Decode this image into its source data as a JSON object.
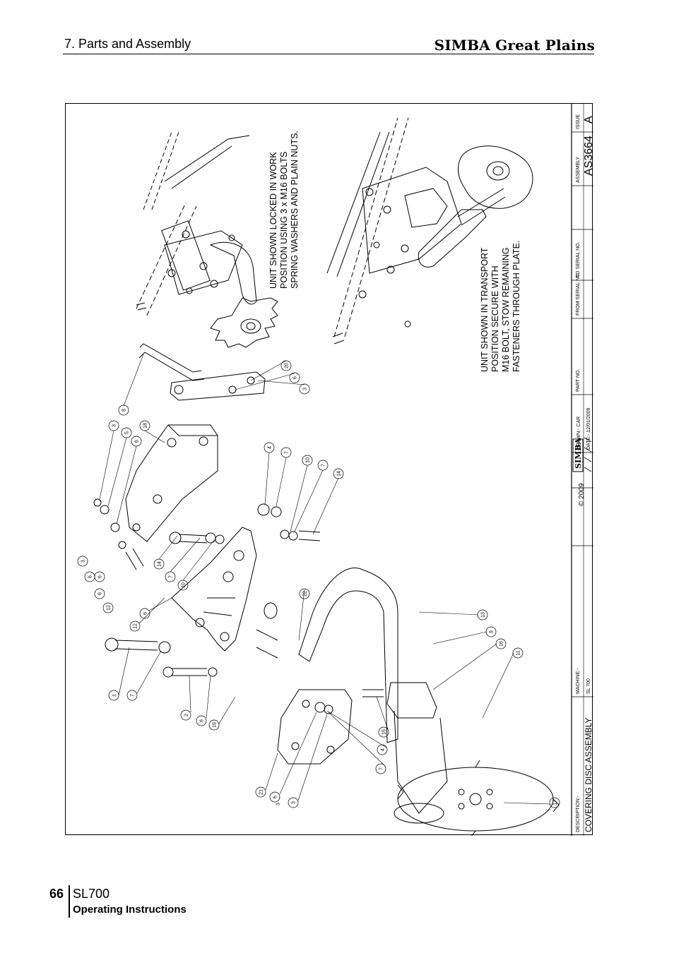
{
  "header": {
    "section_title": "7. Parts and Assembly",
    "brand": "SIMBA Great Plains"
  },
  "drawing": {
    "note_work": [
      "UNIT SHOWN LOCKED IN WORK",
      "POSITION USING 3 x M16 BOLTS",
      "SPRING WASHERS AND PLAIN NUTS."
    ],
    "note_transport": [
      "UNIT SHOWN IN TRANSPORT",
      "POSITION SECURE WITH",
      "M16 BOLT, STOW REMAINING",
      "FASTENERS THROUGH PLATE."
    ],
    "part_balloons": [
      "1",
      "7",
      "2",
      "6",
      "19",
      "21",
      "6",
      "3",
      "15",
      "4",
      "7",
      "17",
      "11",
      "16",
      "9",
      "13",
      "22",
      "12",
      "6",
      "12",
      "6",
      "3",
      "14",
      "7",
      "10",
      "4",
      "7",
      "10",
      "7",
      "14",
      "3",
      "6",
      "20",
      "8",
      "3",
      "5",
      "6",
      "18",
      "6",
      "6",
      "3"
    ],
    "title_block": {
      "description_label": "DESCRIPTION:-",
      "description": "COVERING DISC ASSEMBLY",
      "machine_label": "MACHINE:-",
      "machine": "SL 700",
      "logo_text": "SIMBA",
      "copyright": "© 2009",
      "drawn": "DRAWN:- CAR",
      "date": "DATE:- 12/01/2009",
      "part_no_label": "PART NO.",
      "from_serial_label": "FROM SERIAL NO.",
      "to_serial_label": "TO SERIAL NO.",
      "assembly_label": "ASSEMBLY",
      "assembly": "AS3664",
      "issue_label": "ISSUE",
      "issue": "A"
    }
  },
  "footer": {
    "page_number": "66",
    "model": "SL700",
    "doc_type": "Operating Instructions"
  }
}
